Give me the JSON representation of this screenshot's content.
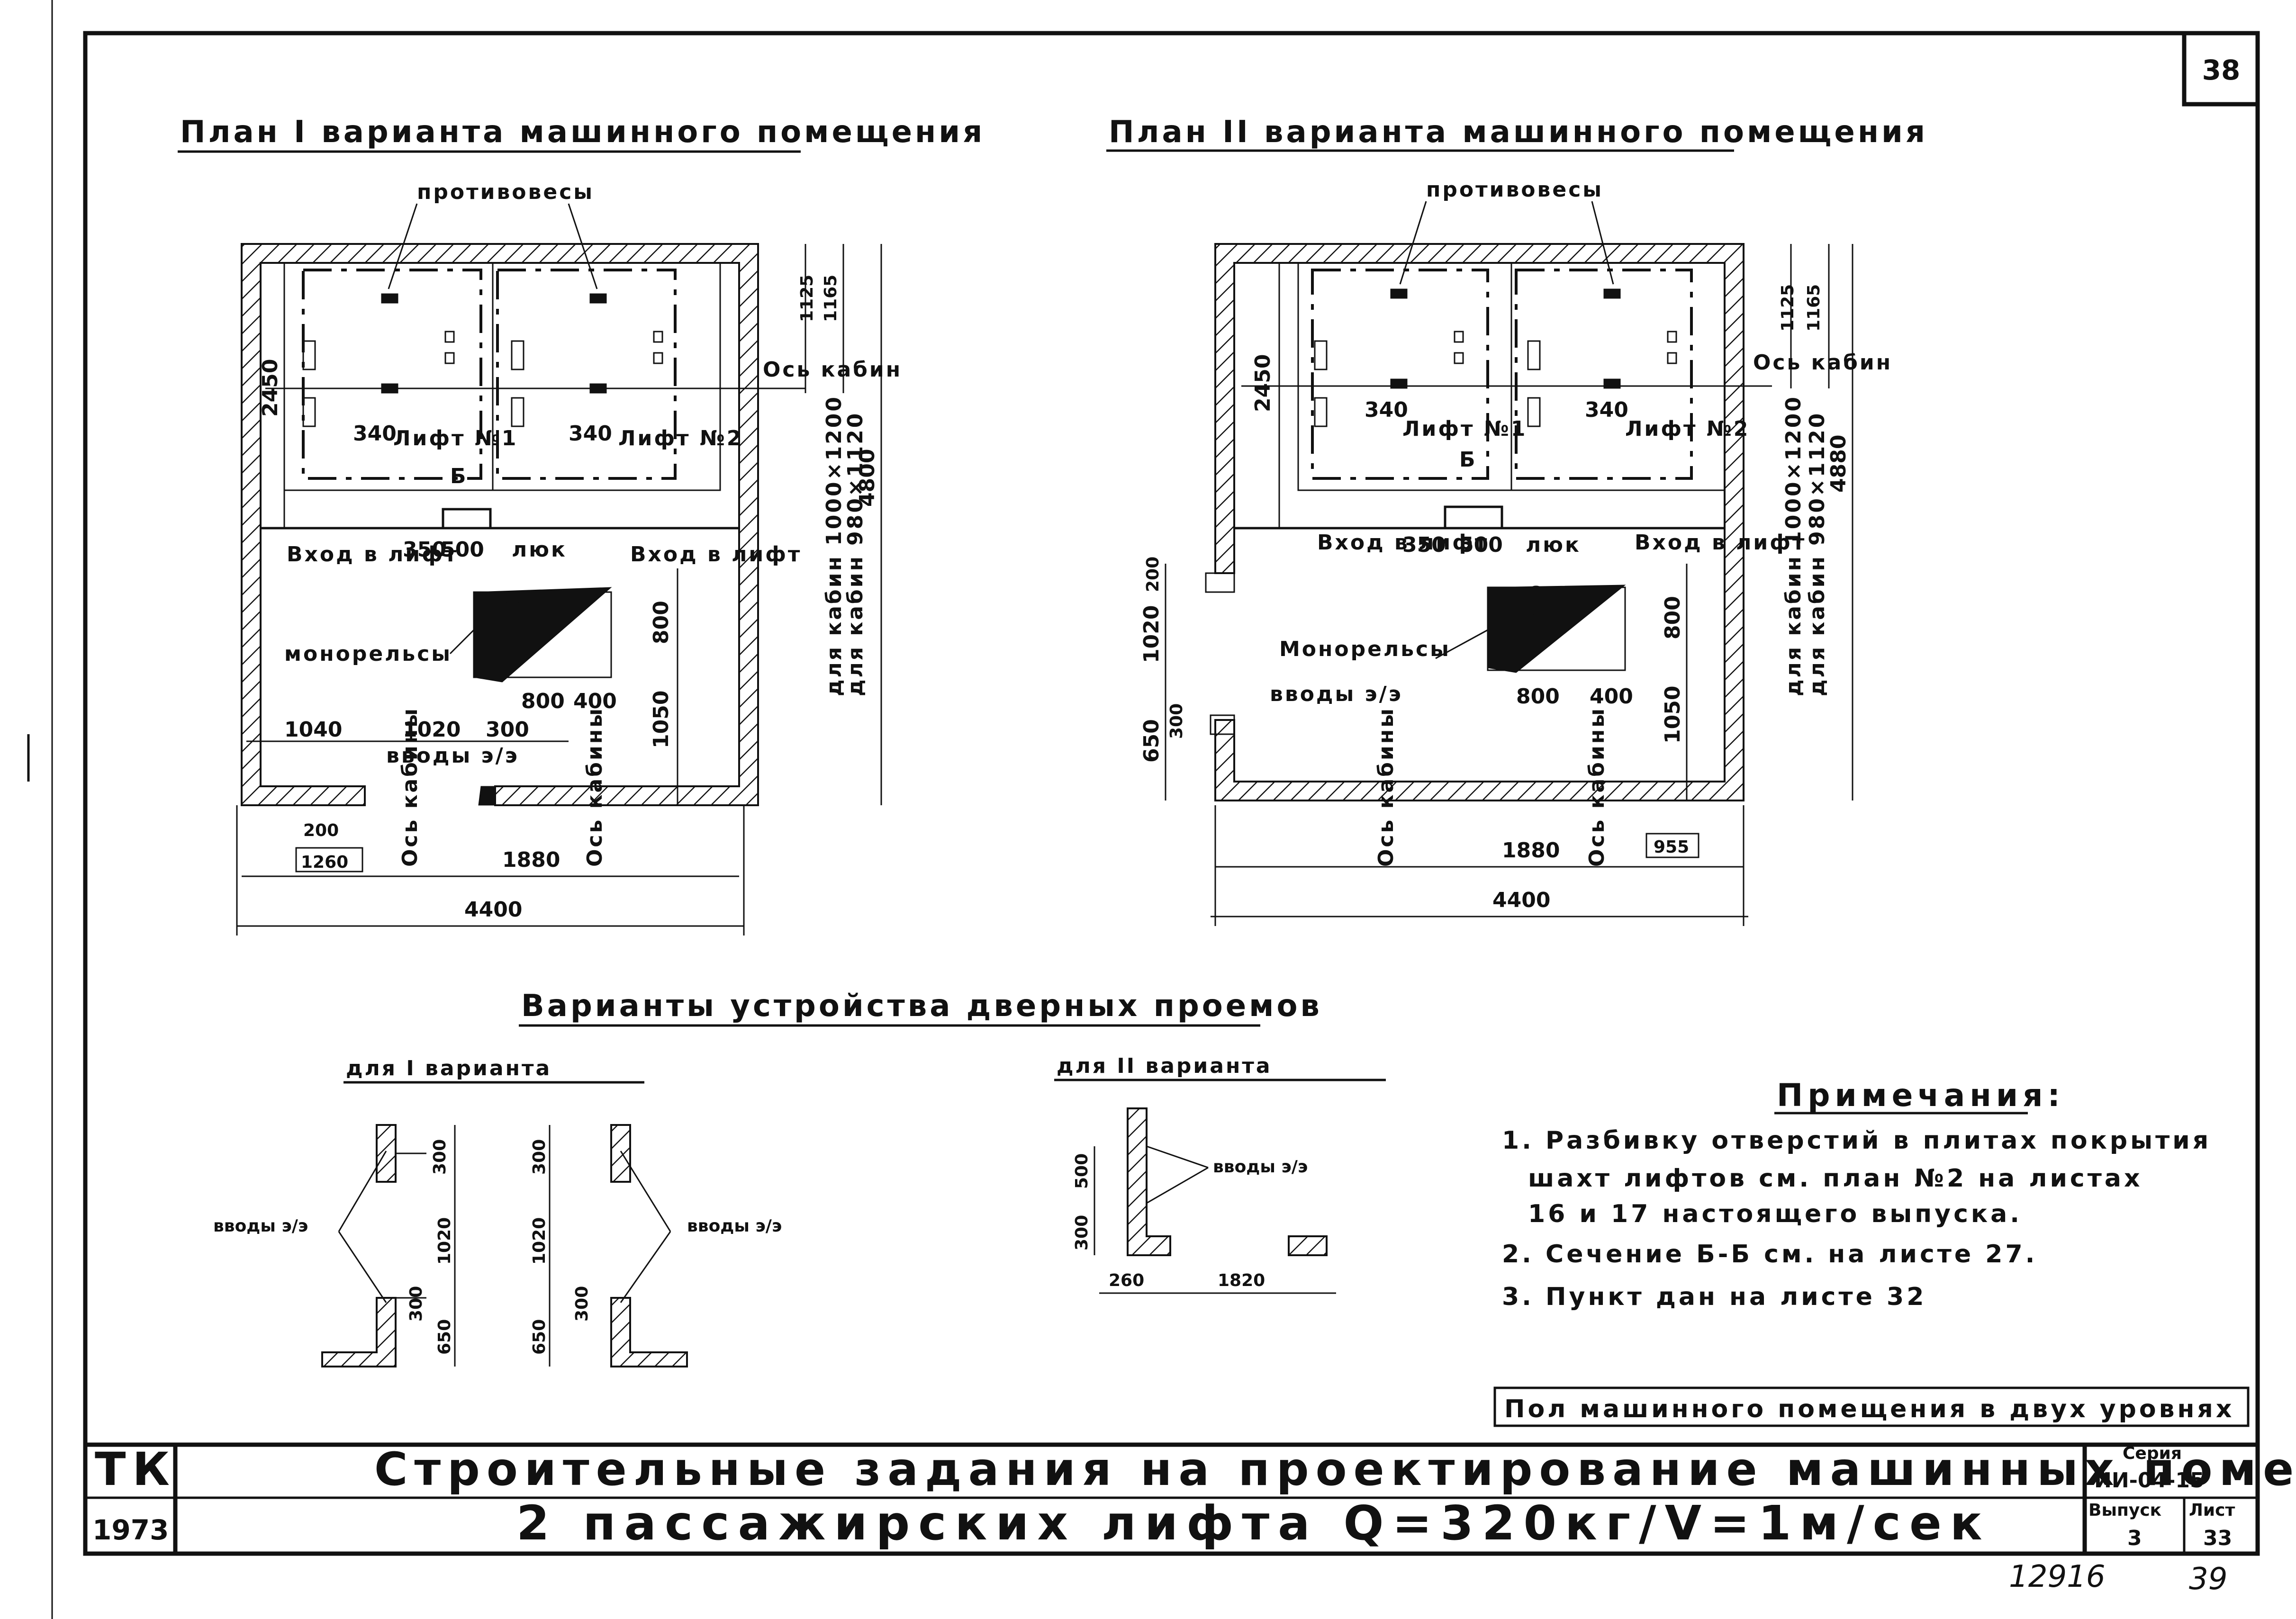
{
  "sheet": {
    "page_number_top": "38",
    "bottom_left_number": "12916",
    "bottom_right_number": "39"
  },
  "plan1": {
    "title": "План I варианта машинного помещения",
    "counterweights": "противовесы",
    "lift1": "Лифт №1",
    "lift2": "Лифт №2",
    "entry_left": "Вход в лифт",
    "entry_right": "Вход в лифт",
    "hatch": "люк",
    "monorails": "монорельсы",
    "inputs": "вводы э/э",
    "cabin_axis": "Ось кабин",
    "cabin_axis_bottom_left": "Ось кабины",
    "cabin_axis_bottom_right": "Ось кабины",
    "section_mark": "Б",
    "side_label_1": "для кабин 1000×1200",
    "side_label_2": "для кабин 980×1120",
    "dims": {
      "d2450": "2450",
      "d340a": "340",
      "d340b": "340",
      "d350": "350",
      "d500": "500",
      "d400a": "400",
      "d800a": "800",
      "d800b": "800",
      "d400b": "400",
      "d1050": "1050",
      "d1040": "1040",
      "d1020": "1020",
      "d300": "300",
      "d200": "200",
      "d1260": "1260",
      "d1880": "1880",
      "d4400": "4400",
      "d4800": "4800",
      "d1125": "1125",
      "d1165": "1165"
    }
  },
  "plan2": {
    "title": "План II варианта машинного помещения",
    "counterweights": "противовесы",
    "lift1": "Лифт №1",
    "lift2": "Лифт №2",
    "entry_left": "Вход в лифт",
    "entry_right": "Вход в лифт",
    "hatch": "люк",
    "monorails": "Монорельсы",
    "inputs": "вводы э/э",
    "cabin_axis": "Ось кабин",
    "cabin_axis_bottom_left": "Ось кабины",
    "cabin_axis_bottom_right": "Ось кабины",
    "section_mark": "Б",
    "side_label_1": "для кабин 1000×1200",
    "side_label_2": "для кабин 980×1120",
    "dims": {
      "d2450": "2450",
      "d340a": "340",
      "d340b": "340",
      "d350": "350",
      "d500": "500",
      "d400a": "400",
      "d800a": "800",
      "d800b": "800",
      "d400b": "400",
      "d1050": "1050",
      "d200": "200",
      "d1020": "1020",
      "d300": "300",
      "d650": "650",
      "d1880": "1880",
      "d955": "955",
      "d4400": "4400",
      "d4880": "4880",
      "d1125": "1125",
      "d1165": "1165"
    }
  },
  "doors": {
    "title": "Варианты устройства дверных проемов",
    "variant1_title": "для I варианта",
    "variant2_title": "для II варианта",
    "inputs_label": "вводы э/э",
    "v1_dims": {
      "d300a": "300",
      "d1020a": "1020",
      "d300b": "300",
      "d650a": "650",
      "d300c": "300",
      "d1020b": "1020",
      "d300d": "300",
      "d650b": "650"
    },
    "v2_dims": {
      "d500": "500",
      "d300": "300",
      "d260": "260",
      "d1820": "1820"
    }
  },
  "notes": {
    "heading": "Примечания:",
    "items": [
      "1. Разбивку отверстий в плитах покрытия",
      "шахт лифтов см. план №2 на листах",
      "16 и 17 настоящего выпуска.",
      "2. Сечение Б-Б см. на листе 27.",
      "3. Пункт дан на листе 32"
    ],
    "boxed": "Пол машинного помещения в двух уровнях"
  },
  "title_block": {
    "org": "ТК",
    "year": "1973",
    "line1": "Строительные задания на проектирование машинных помещений лифтов",
    "line2": "2 пассажирских лифта  Q=320кг/V=1м/сек",
    "series_label": "Серия",
    "series_value": "ИИ-04-15",
    "issue_label": "Выпуск",
    "issue_value": "3",
    "sheet_label": "Лист",
    "sheet_value": "33"
  }
}
